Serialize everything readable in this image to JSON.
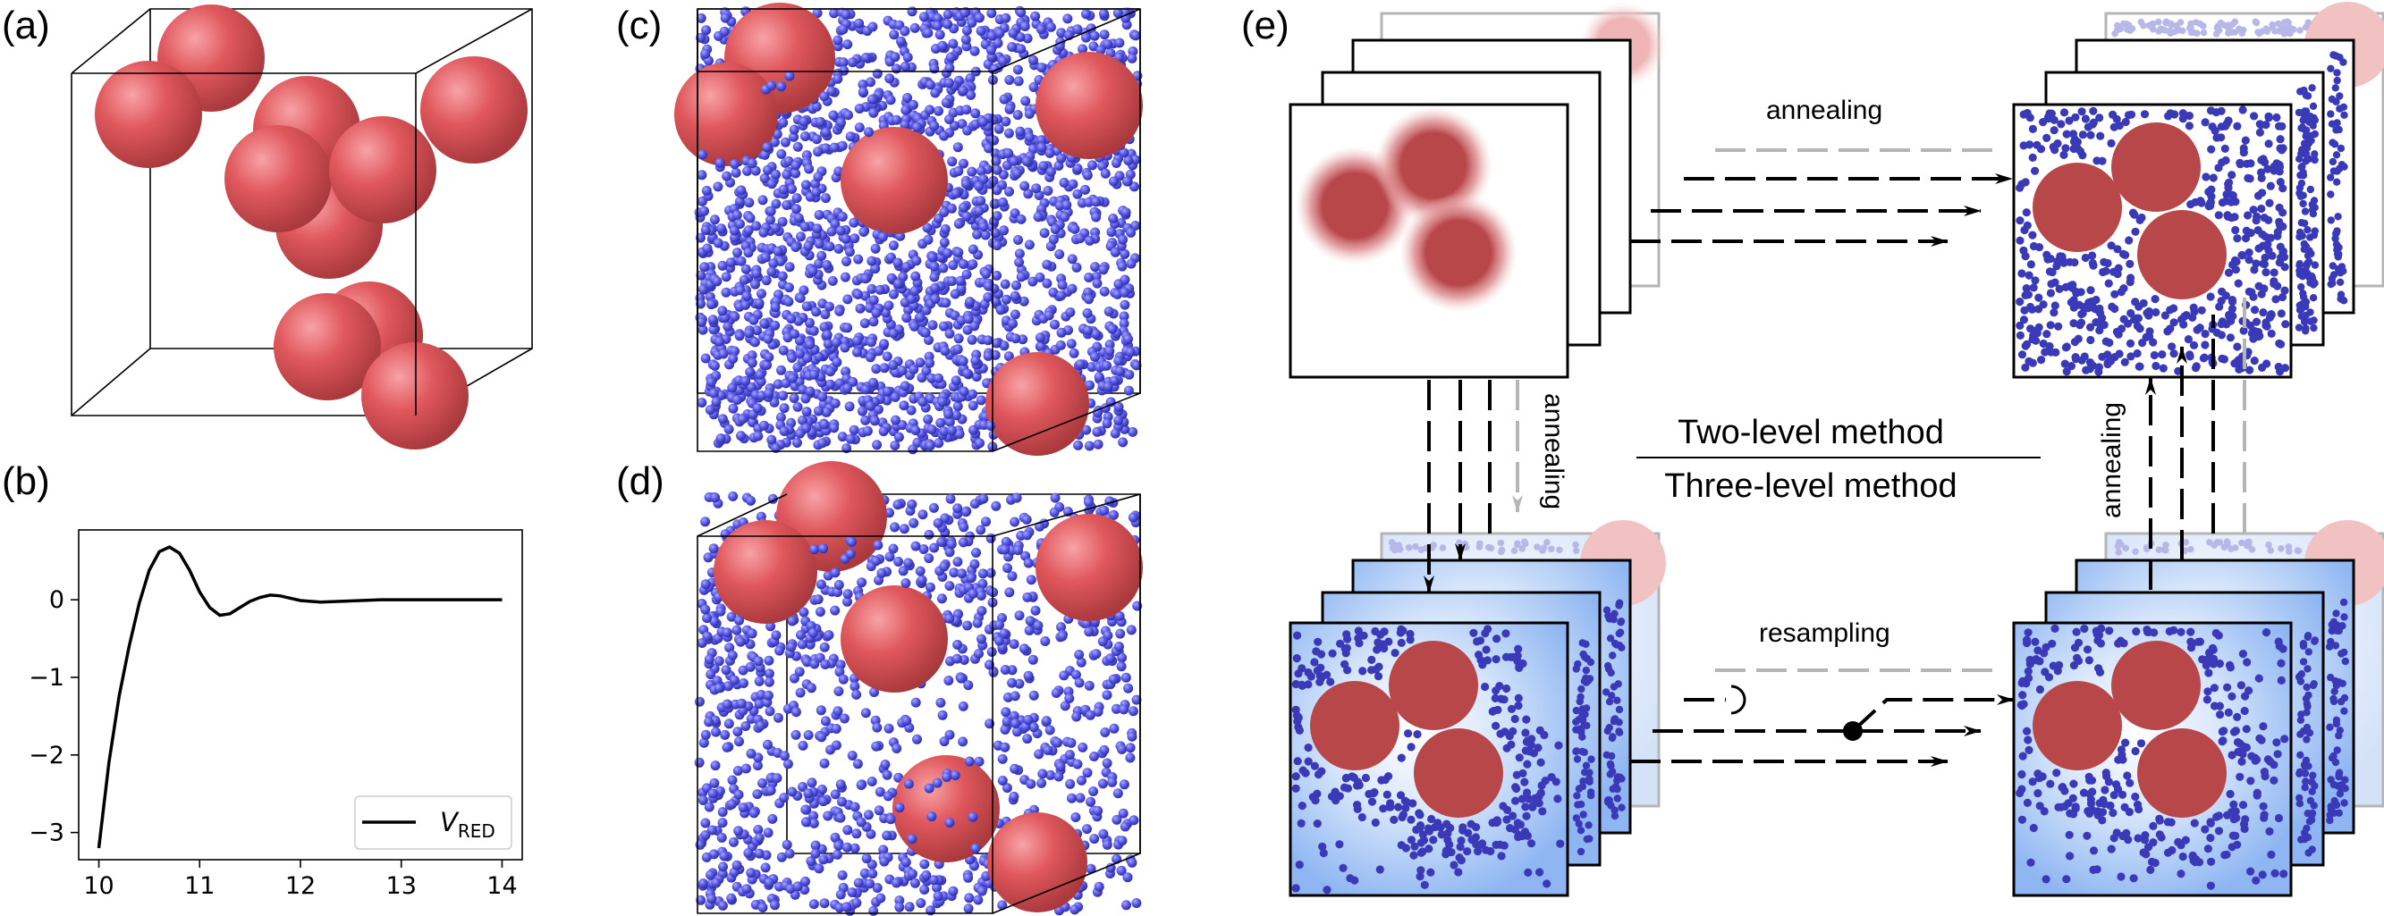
{
  "panels": {
    "a": "(a)",
    "b": "(b)",
    "c": "(c)",
    "d": "(d)",
    "e": "(e)"
  },
  "colors": {
    "large_particle": "#d9555a",
    "large_particle_flat": "#b8474a",
    "small_particle": "#5a5ae0",
    "small_particle_dark": "#2b2b9c",
    "field_blue": "#9fc1f4",
    "faded": "#b5b5b5"
  },
  "chart_data": {
    "type": "line",
    "series": [
      {
        "name": "V_RED",
        "x": [
          10.0,
          10.1,
          10.2,
          10.3,
          10.4,
          10.5,
          10.6,
          10.7,
          10.8,
          10.9,
          11.0,
          11.1,
          11.2,
          11.3,
          11.4,
          11.5,
          11.6,
          11.7,
          11.8,
          11.9,
          12.0,
          12.2,
          12.4,
          12.6,
          12.8,
          13.0,
          13.5,
          14.0
        ],
        "y": [
          -3.2,
          -2.1,
          -1.25,
          -0.6,
          -0.05,
          0.38,
          0.62,
          0.68,
          0.6,
          0.38,
          0.1,
          -0.1,
          -0.2,
          -0.18,
          -0.1,
          -0.02,
          0.03,
          0.06,
          0.05,
          0.02,
          -0.01,
          -0.03,
          -0.02,
          -0.01,
          0.0,
          0.0,
          0.0,
          0.0
        ]
      }
    ],
    "xlim": [
      9.8,
      14.2
    ],
    "ylim": [
      -3.35,
      0.9
    ],
    "xticks": [
      10,
      11,
      12,
      13,
      14
    ],
    "yticks": [
      0,
      -1,
      -2,
      -3
    ],
    "xtick_labels": [
      "10",
      "11",
      "12",
      "13",
      "14"
    ],
    "ytick_labels": [
      "0",
      "−1",
      "−2",
      "−3"
    ],
    "legend": {
      "label_main": "V",
      "label_sub": "RED",
      "placement": "lower-right"
    },
    "xlabel": "",
    "ylabel": "",
    "grid": false
  },
  "schematic": {
    "annealing_top": "annealing",
    "annealing_left": "annealing",
    "annealing_right": "annealing",
    "resampling": "resampling",
    "two_level": "Two-level method",
    "three_level": "Three-level method"
  }
}
